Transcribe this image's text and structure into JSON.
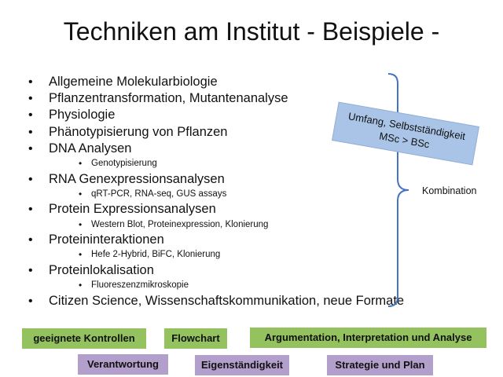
{
  "title": "Techniken am Institut - Beispiele -",
  "items": [
    {
      "text": "Allgemeine Molekularbiologie",
      "level": 1
    },
    {
      "text": "Pflanzentransformation, Mutantenanalyse",
      "level": 1
    },
    {
      "text": "Physiologie",
      "level": 1
    },
    {
      "text": "Phänotypisierung von Pflanzen",
      "level": 1
    },
    {
      "text": "DNA Analysen",
      "level": 1
    },
    {
      "text": "Genotypisierung",
      "level": 2
    },
    {
      "text": "RNA Genexpressionsanalysen",
      "level": 1
    },
    {
      "text": "qRT-PCR, RNA-seq, GUS assays",
      "level": 2
    },
    {
      "text": "Protein Expressionsanalysen",
      "level": 1
    },
    {
      "text": "Western Blot, Proteinexpression, Klonierung",
      "level": 2
    },
    {
      "text": "Proteininteraktionen",
      "level": 1
    },
    {
      "text": "Hefe 2-Hybrid, BiFC, Klonierung",
      "level": 2
    },
    {
      "text": "Proteinlokalisation",
      "level": 1
    },
    {
      "text": "Fluoreszenzmikroskopie",
      "level": 2
    },
    {
      "text": "Citizen Science, Wissenschaftskommunikation, neue Formate",
      "level": 1
    }
  ],
  "callout": {
    "line1": "Umfang, Selbstständigkeit",
    "line2": "MSc  >  BSc",
    "color": "#a9c4e6"
  },
  "brace_label": "Kombination",
  "tags_green": [
    "geeignete Kontrollen",
    "Flowchart",
    "Argumentation, Interpretation und Analyse"
  ],
  "tags_purple": [
    "Verantwortung",
    "Eigenständigkeit",
    "Strategie und Plan"
  ],
  "colors": {
    "brace": "#4472c4",
    "green": "#93c25f",
    "purple": "#b29fcb"
  }
}
